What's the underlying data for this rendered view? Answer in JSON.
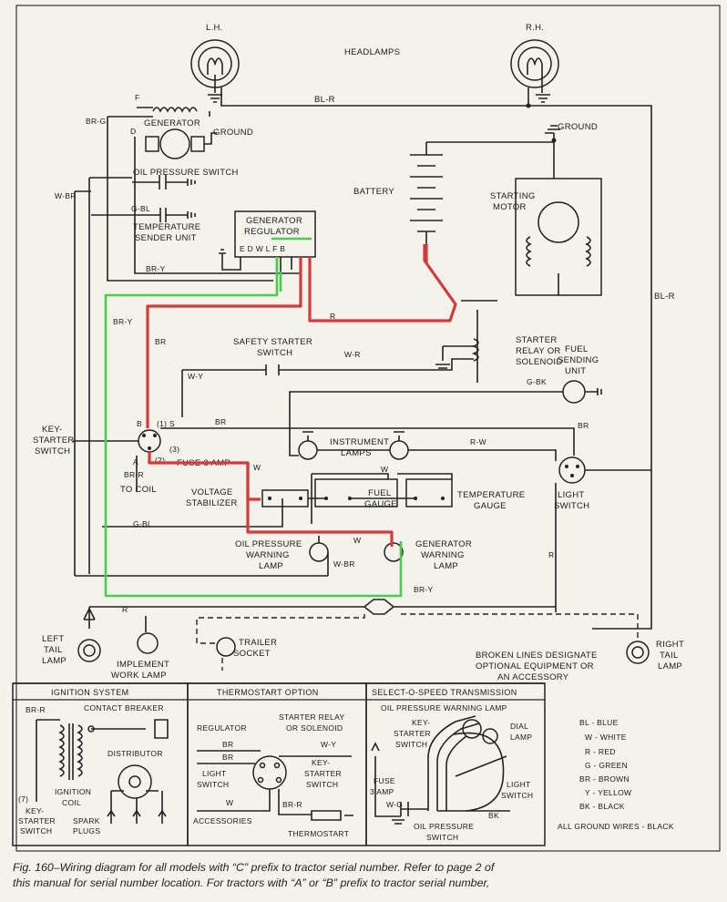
{
  "main_labels": {
    "lh": "L.H.",
    "rh": "R.H.",
    "headlamps": "HEADLAMPS",
    "f": "F",
    "d": "D",
    "br_g": "BR-G",
    "generator": "GENERATOR",
    "ground1": "GROUND",
    "bl_r_top": "BL-R",
    "ground2": "GROUND",
    "oil_pressure_switch": "OIL PRESSURE SWITCH",
    "w_br": "W-BR",
    "g_bl_top": "G-BL",
    "temperature": "TEMPERATURE",
    "sender_unit": "SENDER UNIT",
    "battery": "BATTERY",
    "starting": "STARTING",
    "motor": "MOTOR",
    "gen_regulator1": "GENERATOR",
    "gen_regulator2": "REGULATOR",
    "reg_terms": "E  D  W L  F  B",
    "br_y_top": "BR-Y",
    "bl_r_right": "BL-R",
    "br_y_left": "BR-Y",
    "br_upper": "BR",
    "r_upper": "R",
    "starter_relay1": "STARTER",
    "starter_relay2": "RELAY OR",
    "starter_relay3": "SOLENOID",
    "safety1": "SAFETY STARTER",
    "safety2": "SWITCH",
    "w_r": "W-R",
    "w_y": "W-Y",
    "fuel1": "FUEL",
    "fuel2": "SENDING",
    "fuel3": "UNIT",
    "g_bk": "G-BK",
    "key1": "KEY-",
    "key2": "STARTER",
    "key3": "SWITCH",
    "b_term": "B",
    "s_term": "(1) S",
    "br_mid": "BR",
    "br_right": "BR",
    "a_term": "A",
    "term3": "(3)",
    "term2": "(2)",
    "instrument1": "INSTRUMENT",
    "instrument2": "LAMPS",
    "r_w": "R-W",
    "br_r": "BR-R",
    "to_coil": "TO COIL",
    "fuse": "FUSE 3 AMP",
    "w_mid": "W",
    "w_gauge": "W",
    "voltage1": "VOLTAGE",
    "voltage2": "STABILIZER",
    "fuel_gauge1": "FUEL",
    "fuel_gauge2": "GAUGE",
    "temp_gauge1": "TEMPERATURE",
    "temp_gauge2": "GAUGE",
    "light_switch1": "LIGHT",
    "light_switch2": "SWITCH",
    "g_bl_mid": "G-BL",
    "w_low": "W",
    "oil_lamp1": "OIL PRESSURE",
    "oil_lamp2": "WARNING",
    "oil_lamp3": "LAMP",
    "w_br_low": "W-BR",
    "gen_lamp1": "GENERATOR",
    "gen_lamp2": "WARNING",
    "gen_lamp3": "LAMP",
    "r_right": "R",
    "br_y_low": "BR-Y",
    "r_low": "R",
    "left_tail1": "LEFT",
    "left_tail2": "TAIL",
    "left_tail3": "LAMP",
    "implement1": "IMPLEMENT",
    "implement2": "WORK LAMP",
    "trailer1": "TRAILER",
    "trailer2": "SOCKET",
    "broken1": "BROKEN LINES DESIGNATE",
    "broken2": "OPTIONAL EQUIPMENT OR",
    "broken3": "AN ACCESSORY",
    "right_tail1": "RIGHT",
    "right_tail2": "TAIL",
    "right_tail3": "LAMP"
  },
  "ignition": {
    "title": "IGNITION SYSTEM",
    "br_r": "BR-R",
    "contact_breaker": "CONTACT BREAKER",
    "distributor": "DISTRIBUTOR",
    "ignition": "IGNITION",
    "coil": "COIL",
    "num7": "(7)",
    "key1": "KEY-",
    "key2": "STARTER",
    "key3": "SWITCH",
    "spark1": "SPARK",
    "spark2": "PLUGS"
  },
  "thermostart": {
    "title": "THERMOSTART OPTION",
    "regulator": "REGULATOR",
    "relay1": "STARTER RELAY",
    "relay2": "OR SOLENOID",
    "br1": "BR",
    "br2": "BR",
    "w_y": "W-Y",
    "key1": "KEY-",
    "key2": "STARTER",
    "key3": "SWITCH",
    "light1": "LIGHT",
    "light2": "SWITCH",
    "w": "W",
    "br_r": "BR-R",
    "accessories": "ACCESSORIES",
    "thermostart": "THERMOSTART"
  },
  "selectospeed": {
    "title": "SELECT-O-SPEED TRANSMISSION",
    "oil_warning": "OIL PRESSURE WARNING LAMP",
    "key1": "KEY-",
    "key2": "STARTER",
    "key3": "SWITCH",
    "dial1": "DIAL",
    "dial2": "LAMP",
    "fuse1": "FUSE",
    "fuse2": "3 AMP",
    "w_g": "W-G",
    "light1": "LIGHT",
    "light2": "SWITCH",
    "bk": "BK",
    "oil1": "OIL PRESSURE",
    "oil2": "SWITCH"
  },
  "legend": {
    "bl": "BL - BLUE",
    "w": "W - WHITE",
    "r": "R - RED",
    "g": "G - GREEN",
    "br": "BR - BROWN",
    "y": "Y - YELLOW",
    "bk": "BK - BLACK",
    "ground": "ALL GROUND WIRES - BLACK"
  },
  "caption": {
    "line1": "Fig. 160–Wiring diagram for all models with “C” prefix to tractor serial number. Refer to page 2 of",
    "line2": "this manual for serial number location. For tractors with “A” or “B” prefix to tractor serial number,"
  },
  "colors": {
    "highlight_red": "#d43a3a",
    "highlight_green": "#4ccb4c",
    "ink": "#222222"
  }
}
